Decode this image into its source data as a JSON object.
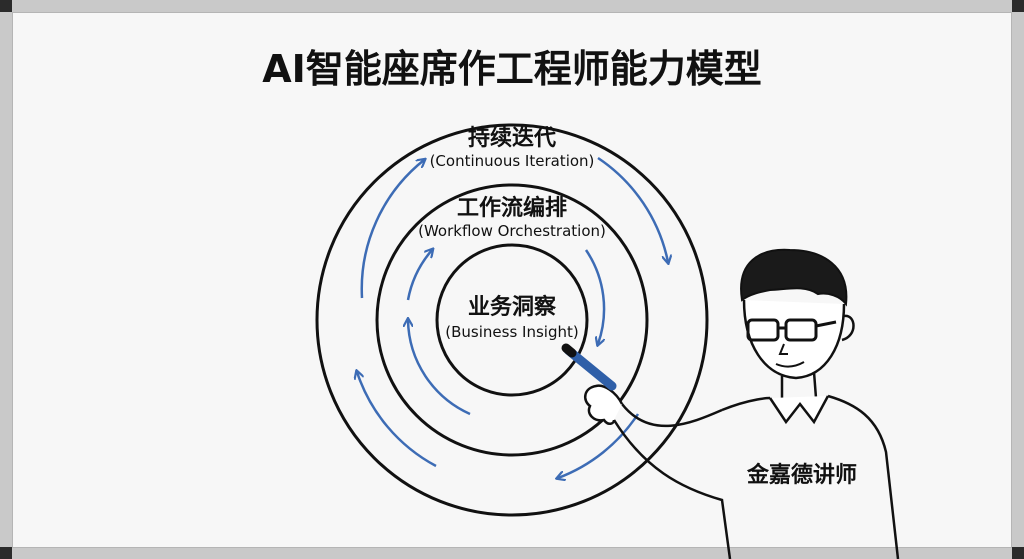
{
  "title": "AI智能座席作工程师能力模型",
  "rings": {
    "outer": {
      "label": "持续迭代",
      "sublabel": "(Continuous Iteration)"
    },
    "middle": {
      "label": "工作流编排",
      "sublabel": "(Workflow Orchestration)"
    },
    "inner": {
      "label": "业务洞察",
      "sublabel": "(Business Insight)"
    }
  },
  "presenter": {
    "name": "金嘉德讲师"
  },
  "colors": {
    "arrow": "#3d6cb5",
    "ink": "#111111",
    "board": "#f7f7f7"
  }
}
